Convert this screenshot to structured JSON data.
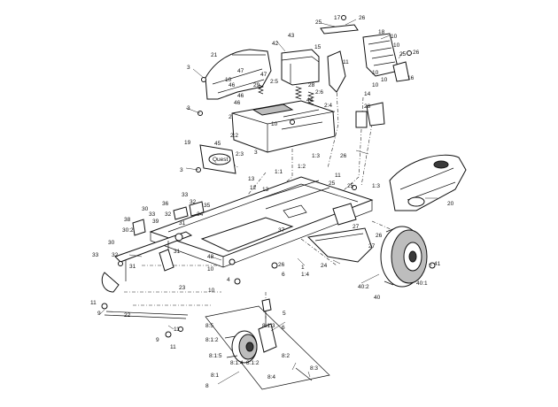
{
  "diagram": {
    "callouts": [
      "25",
      "17",
      "26",
      "18",
      "10",
      "43",
      "42",
      "15",
      "11",
      "21",
      "10",
      "25",
      "26",
      "3",
      "2:5",
      "47",
      "46",
      "47",
      "10",
      "29",
      "28",
      "2:6",
      "44",
      "16",
      "14",
      "10",
      "10",
      "10",
      "46",
      "46",
      "3",
      "2",
      "2:4",
      "28",
      "2:2",
      "10",
      "19",
      "45",
      "2:3",
      "1:2",
      "1:3",
      "26",
      "3",
      "1:1",
      "3",
      "13",
      "12",
      "13",
      "11",
      "25",
      "1:3",
      "20",
      "25",
      "33",
      "32",
      "30",
      "36",
      "32",
      "31",
      "35",
      "34",
      "38",
      "39",
      "30:2",
      "33",
      "37",
      "26",
      "27",
      "24",
      "27",
      "1",
      "30",
      "32",
      "33",
      "48",
      "10",
      "26",
      "31",
      "31",
      "4",
      "1:4",
      "6",
      "23",
      "10",
      "41",
      "40:2",
      "40",
      "40:1",
      "11",
      "9",
      "22",
      "8:5",
      "8:1:3",
      "5",
      "6",
      "8:1:2",
      "11",
      "8:1:5",
      "8:1:4",
      "8:1:2",
      "8:2",
      "8:4",
      "8:3",
      "8:1",
      "8",
      "11",
      "9"
    ],
    "brand_text": "Quest"
  },
  "colors": {
    "line": "#111111",
    "background": "#ffffff"
  }
}
